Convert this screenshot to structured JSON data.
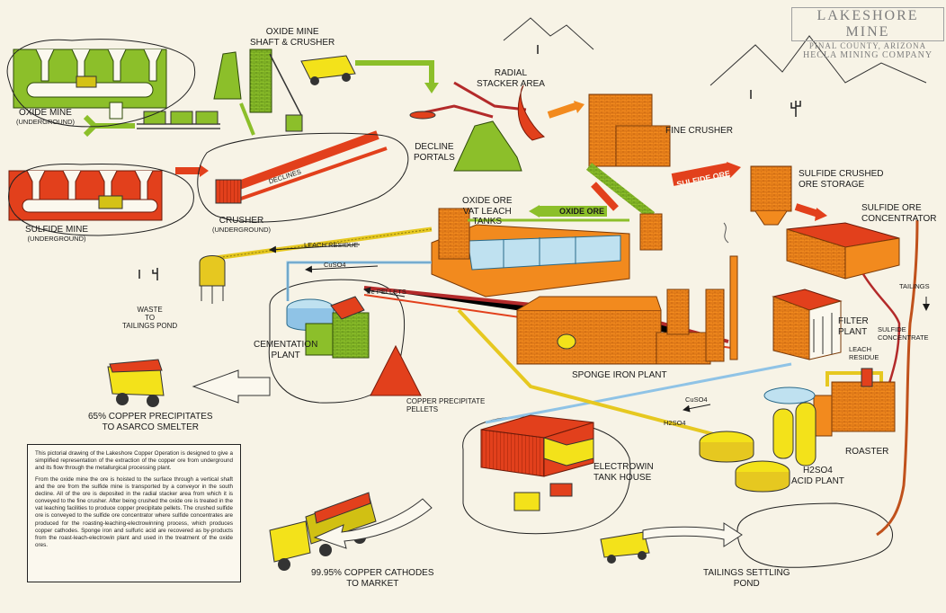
{
  "header": {
    "title": "LAKESHORE MINE",
    "location": "PINAL COUNTY, ARIZONA",
    "company": "HECLA MINING COMPANY"
  },
  "labels": {
    "oxide_mine": {
      "main": "OXIDE MINE",
      "sub": "(UNDERGROUND)"
    },
    "oxide_shaft": {
      "main": "OXIDE MINE\nSHAFT & CRUSHER"
    },
    "radial_stacker": {
      "main": "RADIAL\nSTACKER AREA"
    },
    "decline_portals": {
      "main": "DECLINE\nPORTALS"
    },
    "fine_crusher": {
      "main": "FINE CRUSHER"
    },
    "sulfide_storage": {
      "main": "SULFIDE CRUSHED\nORE STORAGE"
    },
    "sulfide_concentrator": {
      "main": "SULFIDE ORE\nCONCENTRATOR"
    },
    "sulfide_mine": {
      "main": "SULFIDE MINE",
      "sub": "(UNDERGROUND)"
    },
    "crusher_underground": {
      "main": "CRUSHER",
      "sub": "(UNDERGROUND)"
    },
    "vat_leach": {
      "main": "OXIDE ORE\nVAT LEACH\nTANKS"
    },
    "waste_pond": {
      "main": "WASTE\nTO\nTAILINGS POND"
    },
    "cementation": {
      "main": "CEMENTATION\nPLANT"
    },
    "copper_precipitate_pellets": {
      "main": "COPPER PRECIPITATE\nPELLETS"
    },
    "sponge_iron": {
      "main": "SPONGE IRON PLANT"
    },
    "filter_plant": {
      "main": "FILTER\nPLANT"
    },
    "copper_precipitates_smelter": {
      "main": "65% COPPER PRECIPITATES\nTO ASARCO SMELTER"
    },
    "electrowin": {
      "main": "ELECTROWIN\nTANK HOUSE"
    },
    "roaster": {
      "main": "ROASTER"
    },
    "acid_plant": {
      "main": "H2SO4\nACID PLANT"
    },
    "cathodes_market": {
      "main": "99.95% COPPER CATHODES\nTO MARKET"
    },
    "tailings_pond": {
      "main": "TAILINGS SETTLING\nPOND"
    }
  },
  "flows": {
    "declines": "DECLINES",
    "leach_residue_top": "LEACH RESIDUE",
    "cuso4_top": "CuSO4",
    "fe_pellets": "Fe PELLETS",
    "cuso4_right": "CuSO4",
    "h2so4": "H2SO4",
    "tailings": "TAILINGS",
    "sulfide_concentrate": "SULFIDE\nCONCENTRATE",
    "leach_residue_right": "LEACH\nRESIDUE"
  },
  "arrow_text": {
    "sulfide_ore": "SULFIDE ORE",
    "oxide_ore": "OXIDE ORE"
  },
  "description": [
    "This pictorial drawing of the Lakeshore Copper Operation is designed to give a simplified representation of the extraction of the copper ore from underground and its flow through the metallurgical processing plant.",
    "From the oxide mine the ore is hoisted to the surface through a vertical shaft and the ore from the sulfide mine is transported by a conveyor in the south decline. All of the ore is deposited in the radial stacker area from which it is conveyed to the fine crusher. After being crushed the oxide ore is treated in the vat leaching facilities to produce copper precipitate pellets. The crushed sulfide ore is conveyed to the sulfide ore concentrator where sulfide concentrates are produced for the roasting-leaching-electrowinning process, which produces copper cathodes. Sponge iron and sulfuric acid are recovered as by-products from the roast-leach-electrowin plant and used in the treatment of the oxide ores."
  ],
  "colors": {
    "oxide_green": "#8cbf2a",
    "orange": "#f28a1e",
    "red": "#e2401c",
    "yellow": "#f3e21a",
    "blue_line": "#8fc3e6",
    "dark_red": "#b32a2a",
    "paper": "#f7f3e6",
    "ink": "#1a1a1a"
  }
}
